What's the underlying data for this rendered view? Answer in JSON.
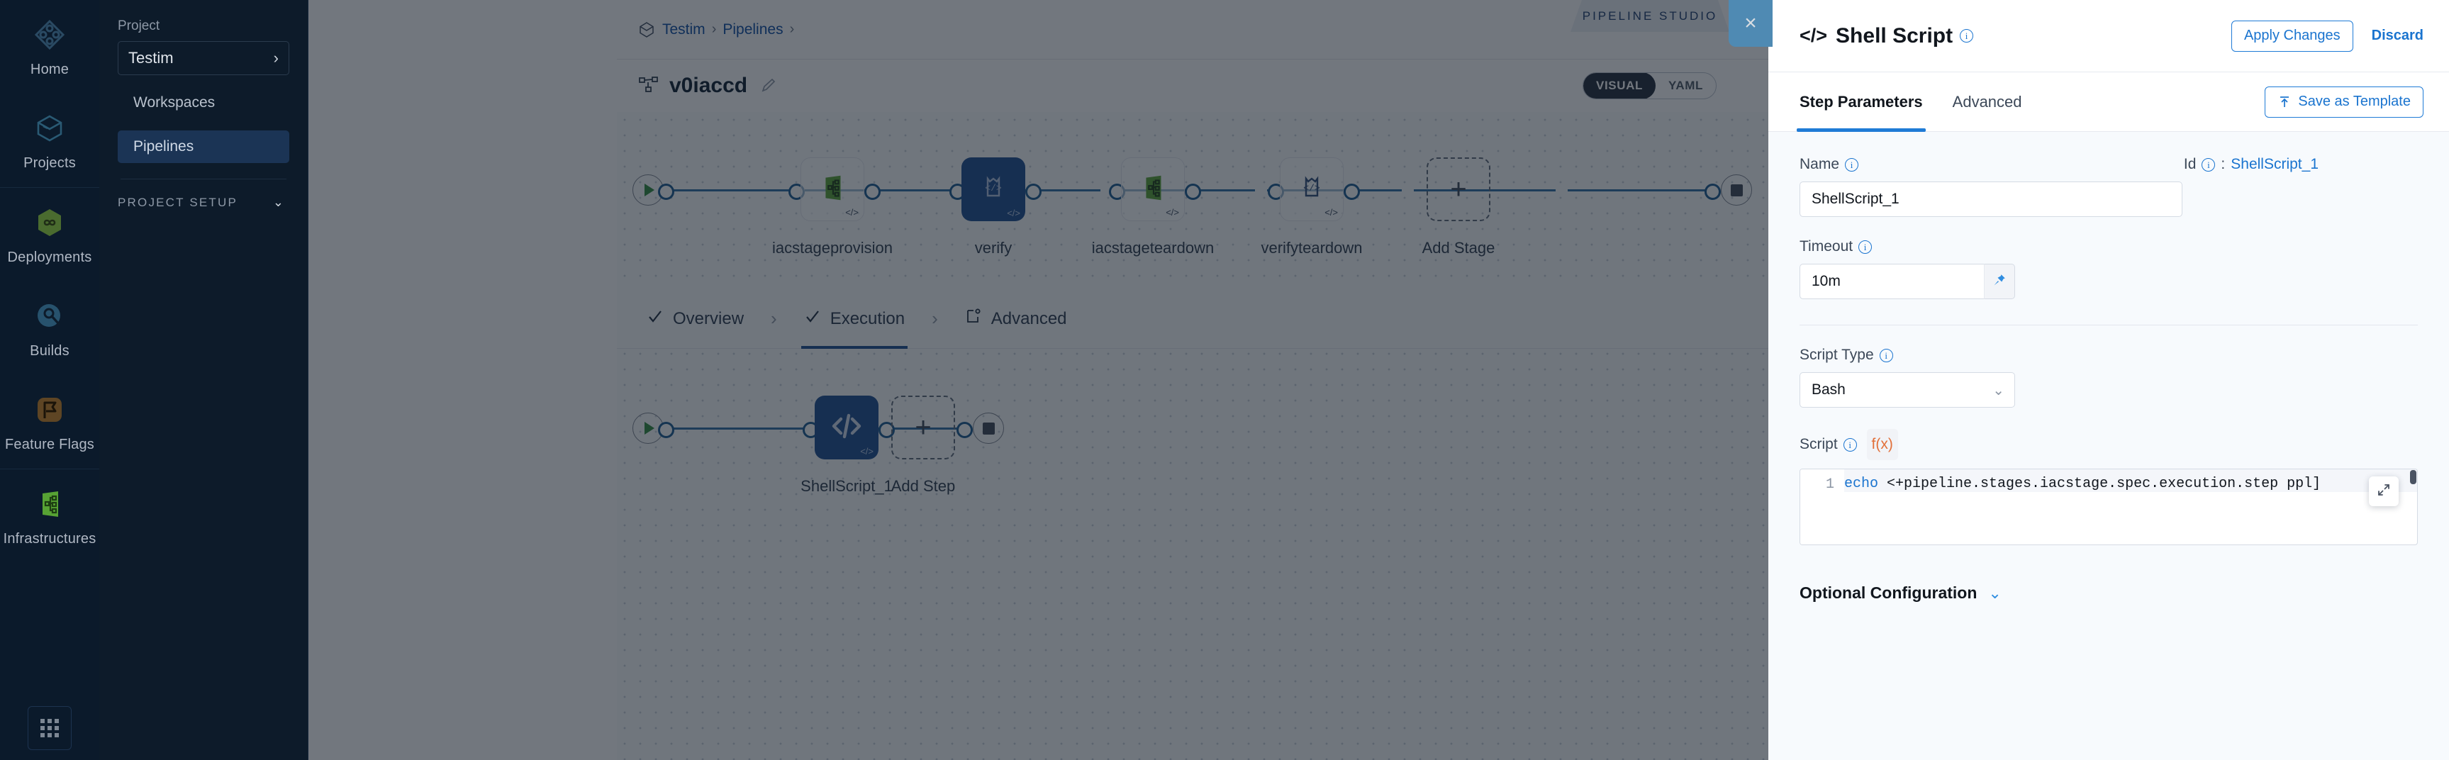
{
  "rail": {
    "items": [
      {
        "label": "Home",
        "icon": "home-diamond-icon"
      },
      {
        "label": "Projects",
        "icon": "cube-icon"
      },
      {
        "label": "Deployments",
        "icon": "infinity-hex-icon"
      },
      {
        "label": "Builds",
        "icon": "build-pie-icon"
      },
      {
        "label": "Feature Flags",
        "icon": "flag-icon"
      },
      {
        "label": "Infrastructures",
        "icon": "infrastructure-icon"
      }
    ],
    "app_switcher_icon": "grid-apps-icon"
  },
  "project_panel": {
    "section_label": "Project",
    "project_name": "Testim",
    "chevron_icon": "chevron-right-icon",
    "nav": [
      {
        "label": "Workspaces",
        "active": false
      },
      {
        "label": "Pipelines",
        "active": true
      }
    ],
    "setup_label": "PROJECT SETUP",
    "setup_chevron_icon": "chevron-down-icon"
  },
  "breadcrumb": {
    "cube_icon": "cube-icon",
    "items": [
      "Testim",
      "Pipelines"
    ],
    "separator": "›"
  },
  "pipeline_header": {
    "icon": "pipeline-nodes-icon",
    "title": "v0iaccd",
    "edit_icon": "pencil-icon",
    "studio_tag": "PIPELINE STUDIO",
    "view_modes": [
      {
        "label": "VISUAL",
        "active": true
      },
      {
        "label": "YAML",
        "active": false
      }
    ]
  },
  "canvas": {
    "stages": [
      {
        "name": "iacstageprovision",
        "selected": false,
        "icon": "infrastructure-icon",
        "badge": "</>"
      },
      {
        "name": "verify",
        "selected": true,
        "icon": "verify-icon",
        "badge": "</>"
      },
      {
        "name": "iacstageteardown",
        "selected": false,
        "icon": "infrastructure-icon",
        "badge": "</>"
      },
      {
        "name": "verifyteardown",
        "selected": false,
        "icon": "verify-icon",
        "badge": "</>"
      }
    ],
    "add_stage_label": "Add Stage",
    "add_icon": "plus-icon",
    "start_icon": "play-icon",
    "end_icon": "stop-icon",
    "tabs": [
      {
        "label": "Overview",
        "icon": "check-icon",
        "active": false
      },
      {
        "label": "Execution",
        "icon": "check-icon",
        "active": true
      },
      {
        "label": "Advanced",
        "icon": "advanced-gear-icon",
        "active": false
      }
    ],
    "tab_separator_icon": "chevron-right-icon",
    "steps": [
      {
        "name": "ShellScript_1",
        "selected": true,
        "icon": "code-brackets-icon",
        "badge": "</>"
      }
    ],
    "add_step_label": "Add Step"
  },
  "panel": {
    "close_icon": "close-icon",
    "header": {
      "icon": "code-brackets-icon",
      "title": "Shell Script",
      "info_icon": "info-icon",
      "apply_label": "Apply Changes",
      "discard_label": "Discard"
    },
    "tabs": [
      {
        "label": "Step Parameters",
        "active": true
      },
      {
        "label": "Advanced",
        "active": false
      }
    ],
    "save_template_label": "Save as Template",
    "save_template_icon": "upload-template-icon",
    "fields": {
      "name_label": "Name",
      "name_value": "ShellScript_1",
      "id_label": "Id",
      "id_separator": ":",
      "id_value": "ShellScript_1",
      "timeout_label": "Timeout",
      "timeout_value": "10m",
      "pin_icon": "pin-icon",
      "script_type_label": "Script Type",
      "script_type_value": "Bash",
      "script_type_chevron": "chevron-down-icon",
      "script_label": "Script",
      "fx_label": "f(x)",
      "code_line_number": "1",
      "code_keyword": "echo",
      "code_rest": " <+pipeline.stages.iacstage.spec.execution.step ppl]",
      "expand_icon": "expand-icon"
    },
    "optional_configuration_label": "Optional Configuration",
    "optional_chevron_icon": "chevron-down-icon"
  },
  "colors": {
    "accent_blue": "#1f7bd6",
    "selected_node": "#1b4b8f",
    "wire": "#2b6ca3",
    "rail_bg": "#0b1a2b",
    "panel_bg": "#f7fafd",
    "green": "#2f8a3e",
    "orange": "#e2703a"
  }
}
